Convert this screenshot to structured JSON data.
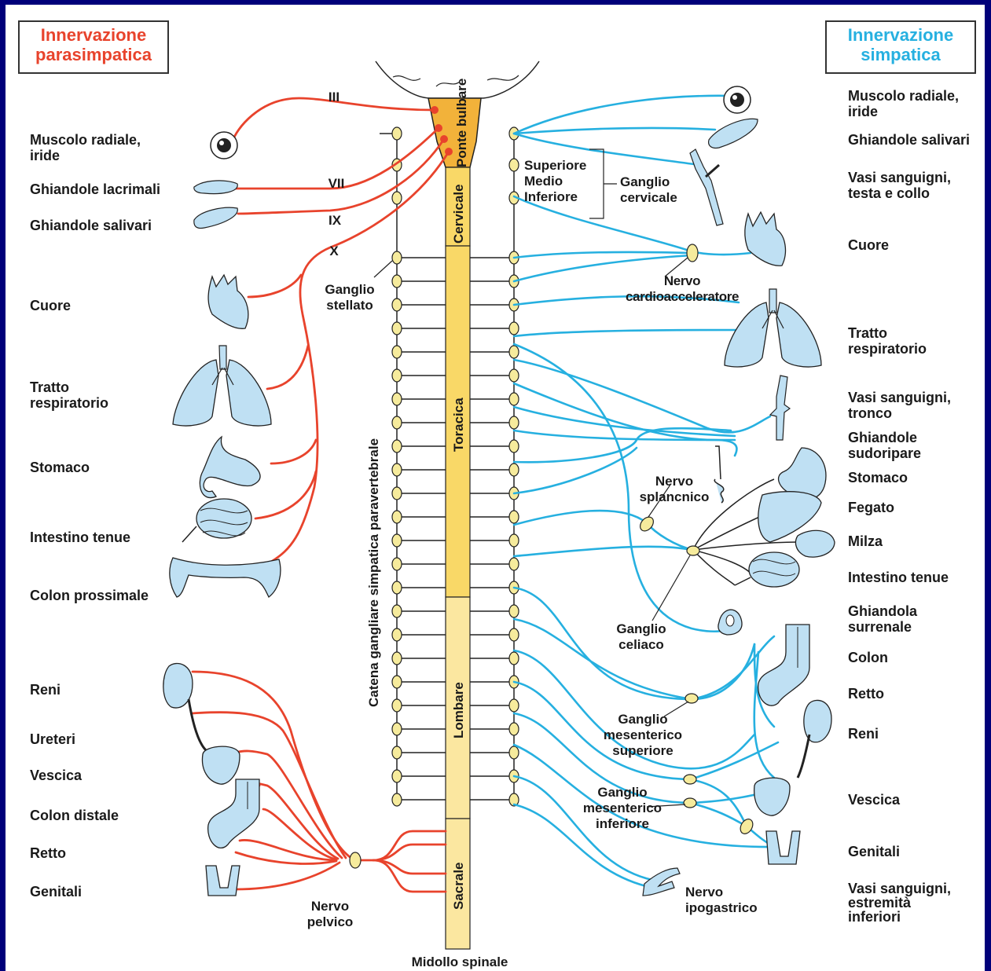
{
  "titles": {
    "parasympathetic": "Innervazione\nparasimpatica",
    "sympathetic": "Innervazione\nsimpatica"
  },
  "colors": {
    "parasympathetic": "#e8432c",
    "sympathetic": "#26b0e0",
    "spinal_cord": "#f9d867",
    "brainstem": "#f2b23a",
    "organ_fill": "#bfe0f3",
    "ganglion": "#f6eb9c",
    "frame": "#00007a"
  },
  "left_organs": {
    "iris": "Muscolo radiale,\niride",
    "lacrimal": "Ghiandole lacrimali",
    "salivary": "Ghiandole salivari",
    "heart": "Cuore",
    "respiratory": "Tratto\nrespiratorio",
    "stomach": "Stomaco",
    "small_intestine": "Intestino tenue",
    "proximal_colon": "Colon prossimale",
    "kidneys": "Reni",
    "ureters": "Ureteri",
    "bladder": "Vescica",
    "distal_colon": "Colon distale",
    "rectum": "Retto",
    "genitals": "Genitali"
  },
  "right_organs": {
    "iris": "Muscolo radiale,\niride",
    "salivary": "Ghiandole salivari",
    "head_vessels": "Vasi sanguigni,\ntesta e collo",
    "heart": "Cuore",
    "respiratory": "Tratto\nrespiratorio",
    "trunk_vessels": "Vasi sanguigni,\ntronco",
    "sweat": "Ghiandole\nsudoripare",
    "stomach": "Stomaco",
    "liver": "Fegato",
    "spleen": "Milza",
    "small_intestine": "Intestino tenue",
    "adrenal": "Ghiandola\nsurrenale",
    "colon": "Colon",
    "rectum": "Retto",
    "kidneys": "Reni",
    "bladder": "Vescica",
    "genitals": "Genitali",
    "limb_vessels": "Vasi sanguigni,\nestremità\ninferiori"
  },
  "cranial_nerves": {
    "iii": "III",
    "vii": "VII",
    "ix": "IX",
    "x": "X"
  },
  "cord_regions": {
    "pons": "Ponte bulbare",
    "cervical": "Cervicale",
    "thoracic": "Toracica",
    "lumbar": "Lombare",
    "sacral": "Sacrale"
  },
  "ganglia": {
    "stellate": "Ganglio\nstellato",
    "cervical_levels": "Superiore\nMedio\nInferiore",
    "cervical": "Ganglio\ncervicale",
    "cardioaccelerator": "Nervo\ncardioacceleratore",
    "splanchnic": "Nervo\nsplancnico",
    "celiac": "Ganglio\nceliaco",
    "sup_mesenteric": "Ganglio\nmesenterico\nsuperiore",
    "inf_mesenteric": "Ganglio\nmesenterico\ninferiore",
    "hypogastric": "Nervo\nipogastrico",
    "pelvic": "Nervo\npelvico"
  },
  "chain_label": "Catena gangliare simpatica paravertebrale",
  "spinal_cord_label": "Midollo spinale"
}
